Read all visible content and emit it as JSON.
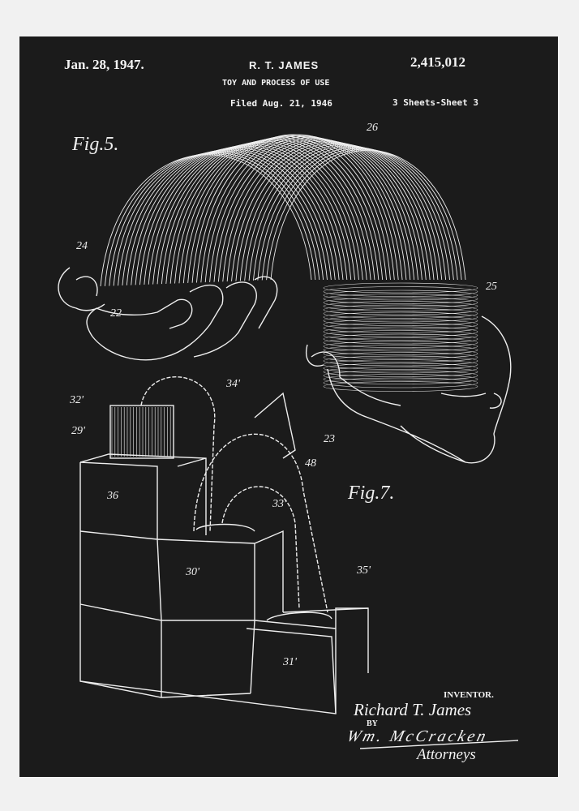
{
  "header": {
    "date": "Jan. 28, 1947.",
    "inventor_short": "R. T. JAMES",
    "patent_number": "2,415,012",
    "title": "TOY AND PROCESS OF USE",
    "filed": "Filed Aug. 21, 1946",
    "sheets": "3 Sheets-Sheet 3"
  },
  "figures": {
    "fig5": "Fig.5.",
    "fig7": "Fig.7."
  },
  "reference_numerals": {
    "n26": "26",
    "n24": "24",
    "n22": "22",
    "n25": "25",
    "n23": "23",
    "n32": "32'",
    "n29": "29'",
    "n34": "34'",
    "n48": "48",
    "n36": "36",
    "n33": "33'",
    "n30": "30'",
    "n35": "35'",
    "n31": "31'"
  },
  "signature": {
    "inventor_label": "INVENTOR.",
    "inventor_name": "Richard T. James",
    "by": "BY",
    "attorney_signature": "Wm. McCracken",
    "attorneys_label": "Attorneys"
  },
  "colors": {
    "background": "#f1f1f1",
    "panel": "#1b1b1b",
    "ink": "#f4f4f4"
  }
}
